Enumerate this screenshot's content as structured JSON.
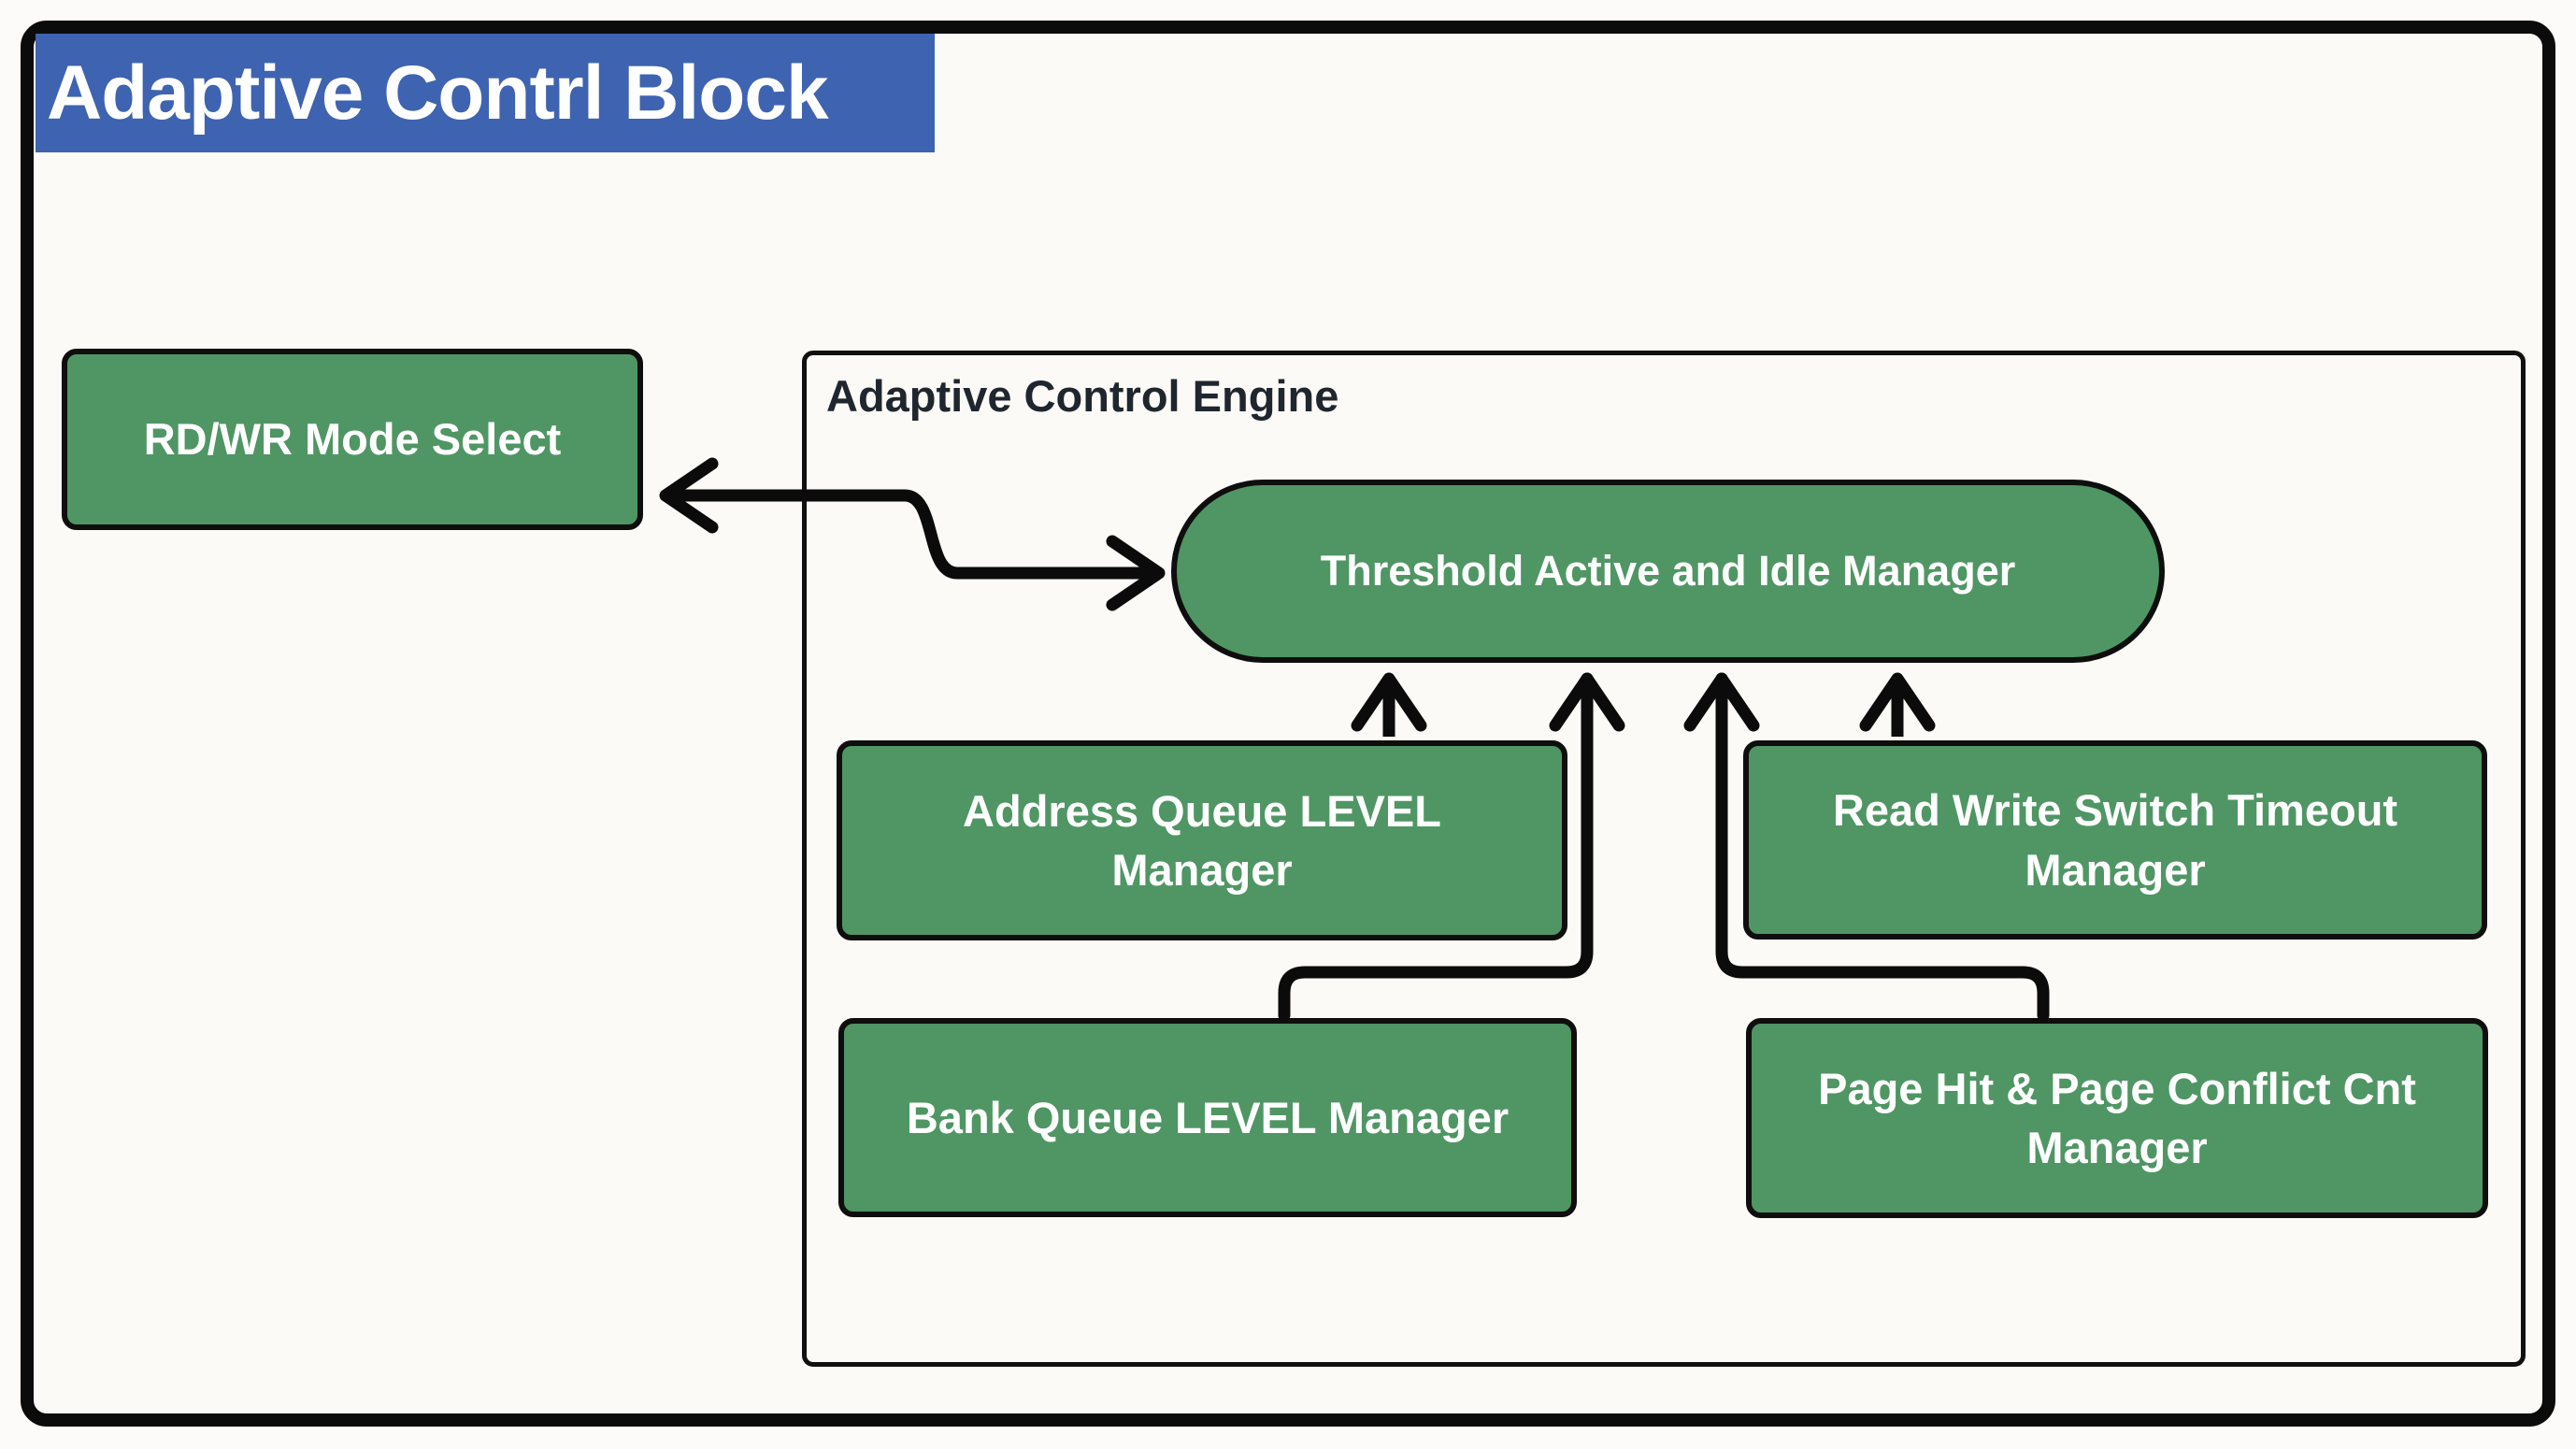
{
  "diagram": {
    "title": "Adaptive Contrl Block",
    "mode_select": {
      "label": "RD/WR Mode Select"
    },
    "engine": {
      "label": "Adaptive Control Engine",
      "threshold_manager": {
        "label": "Threshold Active and Idle Manager"
      },
      "boxes": [
        {
          "label": "Address Queue LEVEL Manager"
        },
        {
          "label": "Read Write Switch Timeout Manager"
        },
        {
          "label": "Bank Queue LEVEL Manager"
        },
        {
          "label": "Page Hit & Page Conflict Cnt Manager"
        }
      ]
    },
    "connections": [
      {
        "from": "RD/WR Mode Select",
        "to": "Threshold Active and Idle Manager",
        "bidirectional": true
      },
      {
        "from": "Address Queue LEVEL Manager",
        "to": "Threshold Active and Idle Manager",
        "bidirectional": false
      },
      {
        "from": "Bank Queue LEVEL Manager",
        "to": "Threshold Active and Idle Manager",
        "bidirectional": false
      },
      {
        "from": "Page Hit & Page Conflict Cnt Manager",
        "to": "Threshold Active and Idle Manager",
        "bidirectional": false
      },
      {
        "from": "Read Write Switch Timeout Manager",
        "to": "Threshold Active and Idle Manager",
        "bidirectional": false
      }
    ],
    "colors": {
      "node_fill": "#4f9664",
      "node_text": "#ffffff",
      "title_bg": "#3e63b0",
      "title_text": "#ffffff",
      "engine_label_text": "#20262e",
      "line": "#0b0b0b",
      "background": "#fbfaf7"
    }
  }
}
